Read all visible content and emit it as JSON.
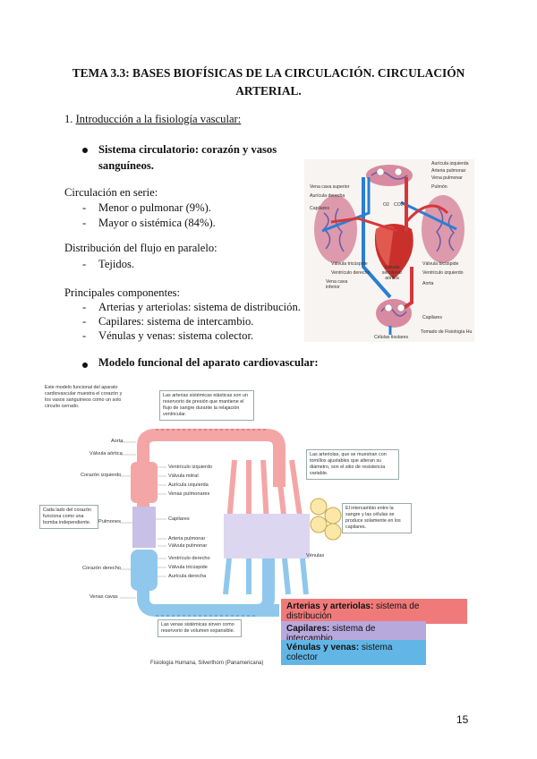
{
  "title": "TEMA 3.3: BASES BIOFÍSICAS DE LA CIRCULACIÓN. CIRCULACIÓN ARTERIAL.",
  "section": {
    "number": "1.",
    "heading": "Introducción a la fisiología vascular:"
  },
  "bullet1": "Sistema circulatorio: corazón y vasos sanguíneos.",
  "serie": {
    "heading": "Circulación en serie:",
    "items": [
      "Menor o pulmonar (9%).",
      "Mayor o sistémica (84%)."
    ]
  },
  "paralelo": {
    "heading": "Distribución del flujo en paralelo:",
    "items": [
      "Tejidos."
    ]
  },
  "componentes": {
    "heading": "Principales componentes:",
    "items": [
      "Arterias y arteriolas: sistema de distribución.",
      "Capilares: sistema de intercambio.",
      "Vénulas y venas: sistema colector."
    ]
  },
  "bullet2": "Modelo funcional del aparato cardiovascular:",
  "figure1": {
    "labels": [
      "Vena cava superior",
      "Aurícula derecha",
      "Capilares",
      "Aurícula izquierda",
      "Arteria pulmonar",
      "Vena pulmonar",
      "Pulmón",
      "Válvula tricúspide",
      "Válvula semilunar aórtica",
      "Ventrículo derecho",
      "Válvula bicúspide",
      "Ventrículo izquierdo",
      "Vena cava inferior",
      "Aorta",
      "Capilares",
      "Células tisulares",
      "Tomado de Fisiología Hu"
    ],
    "gas": [
      "O2",
      "CO2"
    ]
  },
  "figure2": {
    "notes": {
      "model": "Este modelo funcional del aparato cardiovascular muestra el corazón y los vasos sanguíneos como un solo circuito cerrado.",
      "arteries": "Las arterias sistémicas elásticas son un reservorio de presión que mantiene el flujo de sangre durante la relajación ventricular.",
      "arterioles": "Las arteriolas, que se muestran con tornillos ajustables que alteran su diámetro, son el sitio de resistencia variable.",
      "pump": "Cada lado del corazón funciona como una bomba independiente.",
      "exchange": "El intercambio entre la sangre y las células se produce solamente en los capilares.",
      "veins": "Las venas sistémicas sirven como reservorio de volumen expansible."
    },
    "left_labels": [
      "Aorta",
      "Válvula aórtica",
      "Corazón izquierdo",
      "Pulmones",
      "Corazón derecho",
      "Venas cavas"
    ],
    "inner_labels": [
      "Ventrículo izquierdo",
      "Válvula mitral",
      "Aurícula izquierda",
      "Venas pulmonares",
      "Capilares",
      "Arteria pulmonar",
      "Válvula pulmonar",
      "Ventrículo derecho",
      "Válvula tricúspide",
      "Aurícula derecha"
    ],
    "venulas": "Vénulas",
    "legend": [
      {
        "bold": "Arterias y arteriolas:",
        "rest": " sistema de distribución",
        "color": "#f07a7a"
      },
      {
        "bold": "Capilares:",
        "rest": " sistema de intercambio",
        "color": "#b8a9dd"
      },
      {
        "bold": "Vénulas y venas:",
        "rest": " sistema colector",
        "color": "#62b6e6"
      }
    ],
    "credit": "Fisiología Humana, Silverthorn (Panamericana)"
  },
  "page_number": "15"
}
